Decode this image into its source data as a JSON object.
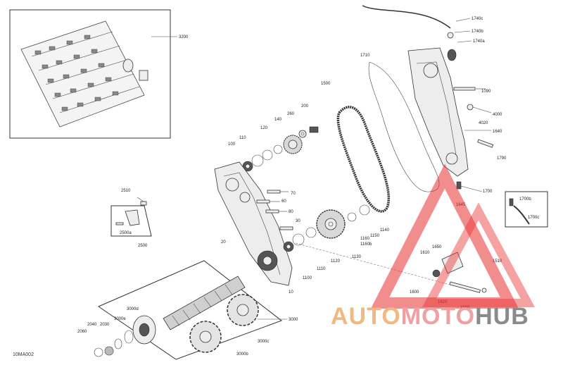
{
  "diagram_code": "10MA002",
  "watermark": {
    "part1": "AUTO",
    "part2": "MOTO",
    "part3": "HUB",
    "color_auto": "#f2b880",
    "color_moto": "#f0a0a0",
    "color_hub": "#8a8a8a",
    "color_triangle": "#e83030"
  },
  "labels": {
    "l3200": "3200",
    "l1740c": "1740c",
    "l1740b": "1740b",
    "l1740a": "1740a",
    "l1710": "1710",
    "l1500": "1500",
    "l1090": "1090",
    "l4000": "4000",
    "l4020": "4020",
    "l1640": "1640",
    "l1790": "1790",
    "l200": "200",
    "l260": "260",
    "l140": "140",
    "l120": "120",
    "l110": "110",
    "l100": "100",
    "l70": "70",
    "l60": "60",
    "l80": "80",
    "l30": "30",
    "l20": "20",
    "l10": "10",
    "l1700": "1700",
    "l1645": "1645",
    "l1700b": "1700b",
    "l1700c": "1700c",
    "l2510": "2510",
    "l2500a": "2500a",
    "l2500": "2500",
    "l1140": "1140",
    "l1150": "1150",
    "l1160": "1160",
    "l1160b": "1160b",
    "l1130": "1130",
    "l1120": "1120",
    "l1110": "1110",
    "l1100": "1100",
    "l1610": "1610",
    "l1650": "1650",
    "l1510": "1510",
    "l1600": "1600",
    "l1620": "1620",
    "l1550": "1550",
    "l3000d": "3000d",
    "l3000e": "3000e",
    "l3000": "3000",
    "l3000c": "3000c",
    "l3000b": "3000b",
    "l2040": "2040",
    "l2030": "2030",
    "l2060": "2060"
  }
}
